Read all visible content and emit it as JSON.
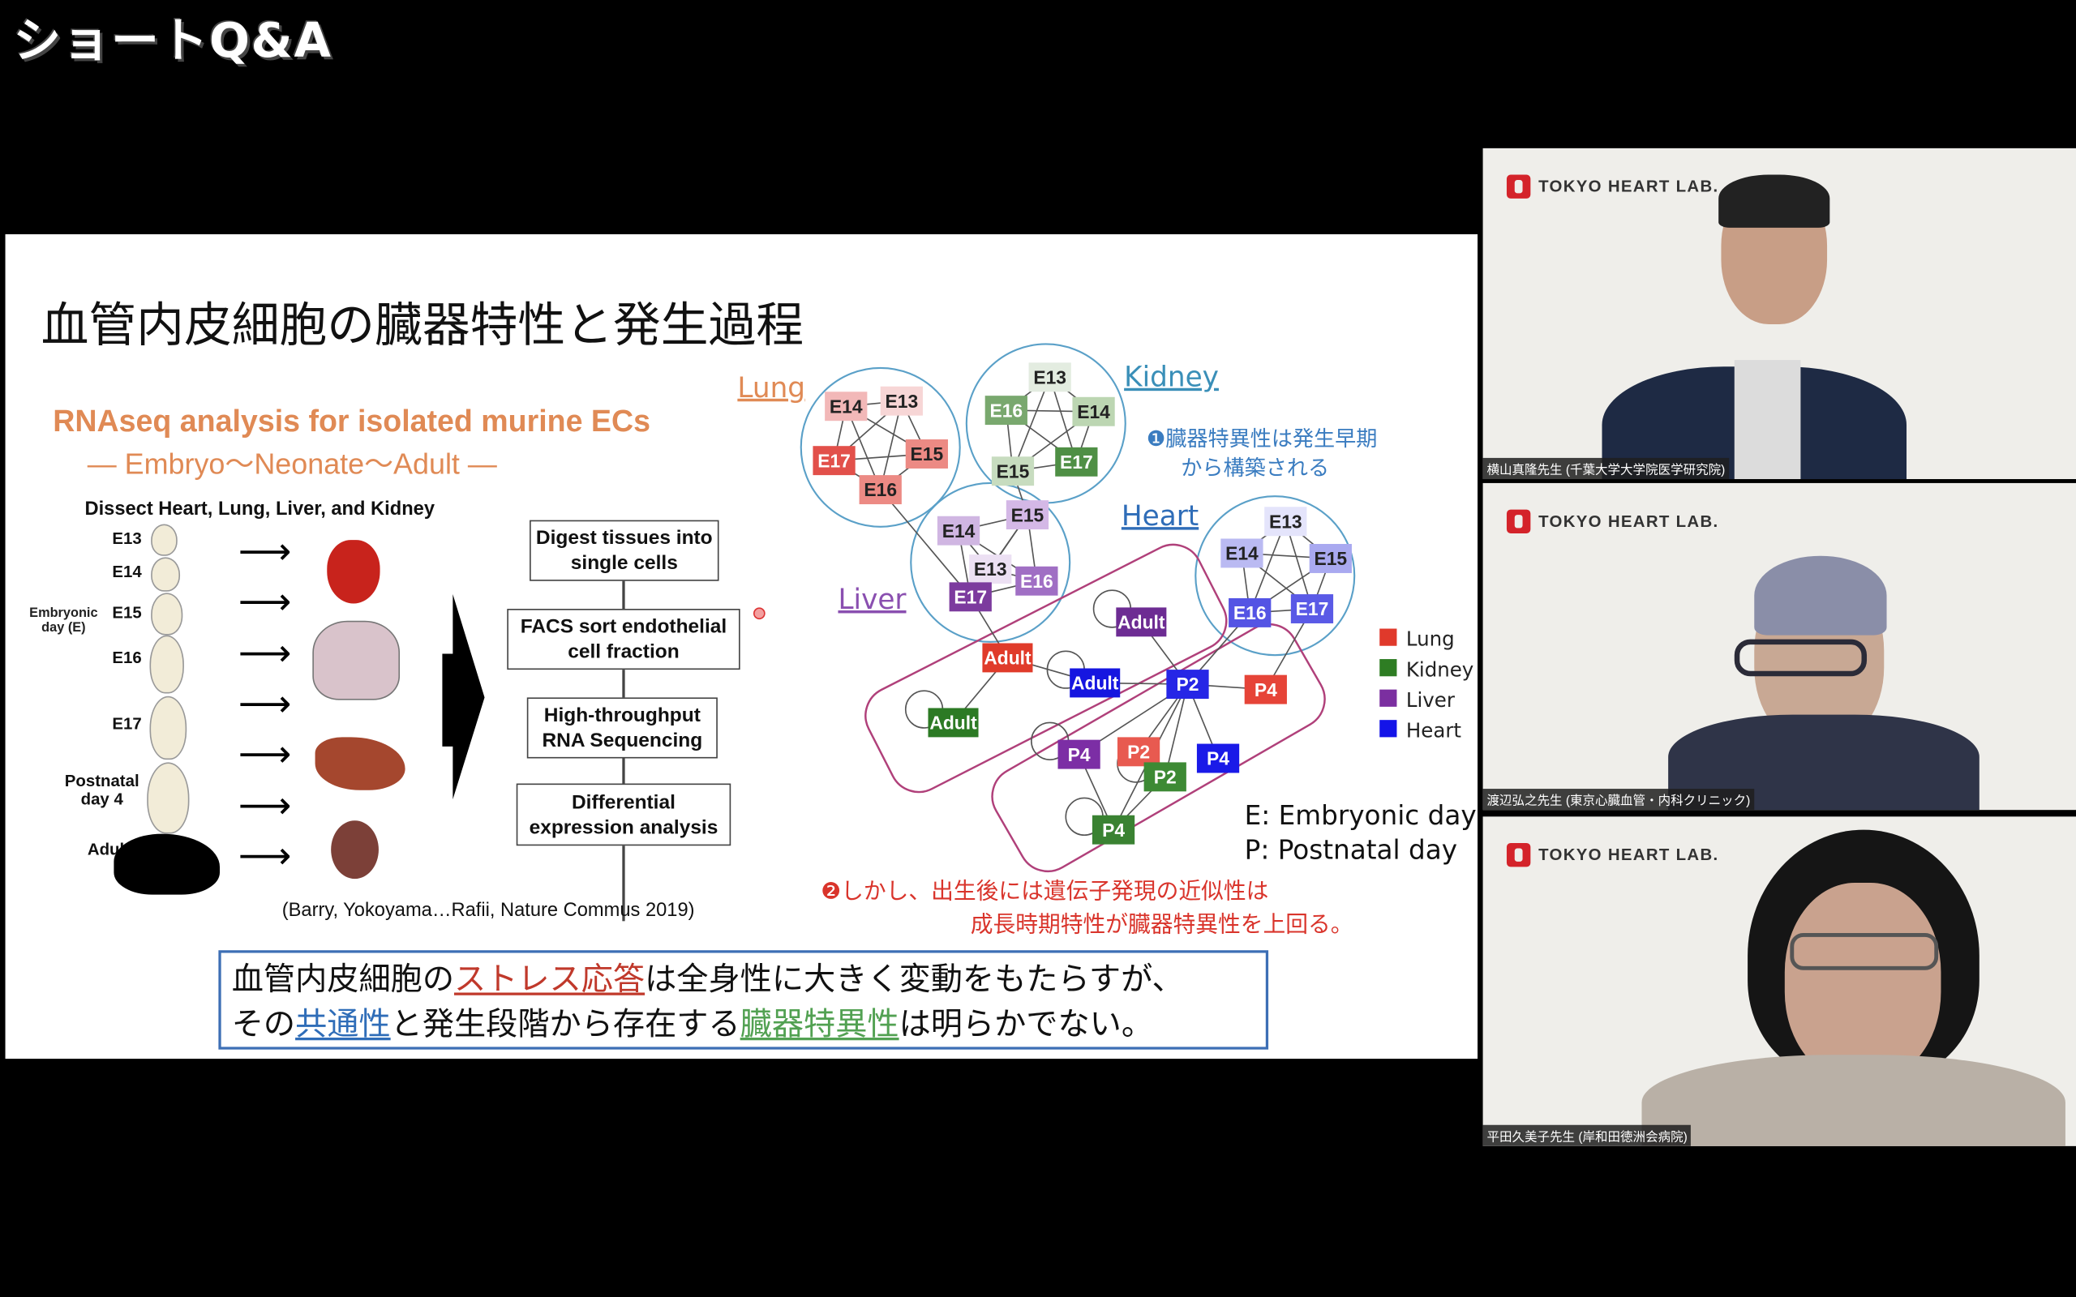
{
  "show_title": "ショートQ&A",
  "slide": {
    "title": "血管内皮細胞の臓器特性と発生過程",
    "rna_title": "RNAseq analysis for isolated murine ECs",
    "rna_sub": "—   Embryo〜Neonate〜Adult   —",
    "dissect": "Dissect Heart, Lung, Liver, and Kidney",
    "embryonic_label": "Embryonic day (E)",
    "stages": [
      "E13",
      "E14",
      "E15",
      "E16",
      "E17",
      "Postnatal day 4",
      "Adult"
    ],
    "flow": [
      "Digest tissues into single cells",
      "FACS sort endothelial cell  fraction",
      "High-throughput RNA Sequencing",
      "Differential expression analysis"
    ],
    "citation": "(Barry, Yokoyama…Rafii, Nature Commus 2019)",
    "network": {
      "organ_labels": {
        "lung": "Lung",
        "kidney": "Kidney",
        "liver": "Liver",
        "heart": "Heart"
      },
      "nodes": [
        {
          "label": "E14",
          "color": "#f2b8b8"
        },
        {
          "label": "E13",
          "color": "#f7d6d6"
        },
        {
          "label": "E17",
          "color": "#e2504a"
        },
        {
          "label": "E15",
          "color": "#ec8a84"
        },
        {
          "label": "E16",
          "color": "#ec8a84"
        },
        {
          "label": "E13",
          "color": "#e3ece0"
        },
        {
          "label": "E16",
          "color": "#79a86e"
        },
        {
          "label": "E14",
          "color": "#bcd6b2"
        },
        {
          "label": "E15",
          "color": "#c7dcbf"
        },
        {
          "label": "E17",
          "color": "#4f8f45"
        },
        {
          "label": "E15",
          "color": "#d4b8e6"
        },
        {
          "label": "E14",
          "color": "#d0b6e2"
        },
        {
          "label": "E13",
          "color": "#ece0f3"
        },
        {
          "label": "E16",
          "color": "#a06fc4"
        },
        {
          "label": "E17",
          "color": "#7c3b9e"
        },
        {
          "label": "E13",
          "color": "#e4e4fb"
        },
        {
          "label": "E14",
          "color": "#babaf2"
        },
        {
          "label": "E15",
          "color": "#a9a9f0"
        },
        {
          "label": "E16",
          "color": "#5454e4"
        },
        {
          "label": "E17",
          "color": "#5a5ae6"
        },
        {
          "label": "Adult",
          "color": "#6d2c93"
        },
        {
          "label": "Adult",
          "color": "#e03b2a"
        },
        {
          "label": "Adult",
          "color": "#1616e0"
        },
        {
          "label": "Adult",
          "color": "#2c7a24"
        },
        {
          "label": "P2",
          "color": "#2626e6"
        },
        {
          "label": "P4",
          "color": "#e64438"
        },
        {
          "label": "P4",
          "color": "#7c2ea5"
        },
        {
          "label": "P2",
          "color": "#e85a50"
        },
        {
          "label": "P2",
          "color": "#3d8a34"
        },
        {
          "label": "P4",
          "color": "#1a1ae8"
        },
        {
          "label": "P4",
          "color": "#3a8232"
        }
      ],
      "annotation1": [
        "❶臓器特異性は発生早期",
        "から構築される"
      ],
      "legend": [
        {
          "label": "Lung",
          "color": "#e0392b"
        },
        {
          "label": "Kidney",
          "color": "#2e7d23"
        },
        {
          "label": "Liver",
          "color": "#7b2fa0"
        },
        {
          "label": "Heart",
          "color": "#1414e8"
        }
      ],
      "key": [
        "E: Embryonic day",
        "P: Postnatal day"
      ],
      "annotation2": [
        "❷しかし、出生後には遺伝子発現の近似性は",
        "成長時期特性が臓器特異性を上回る。"
      ]
    },
    "bottom": {
      "l1a": "血管内皮細胞の",
      "l1b": "ストレス応答",
      "l1c": "は全身性に大きく変動をもたらすが、",
      "l2a": "その",
      "l2b": "共通性",
      "l2c": "と発生段階から存在する",
      "l2d": "臓器特異性",
      "l2e": "は明らかでない。"
    }
  },
  "participants": [
    {
      "logo": "TOKYO HEART LAB.",
      "name": "横山真隆先生 (千葉大学大学院医学研究院)"
    },
    {
      "logo": "TOKYO HEART LAB.",
      "name": "渡辺弘之先生 (東京心臓血管・内科クリニック)"
    },
    {
      "logo": "TOKYO HEART LAB.",
      "name": "平田久美子先生 (岸和田徳洲会病院)"
    }
  ]
}
